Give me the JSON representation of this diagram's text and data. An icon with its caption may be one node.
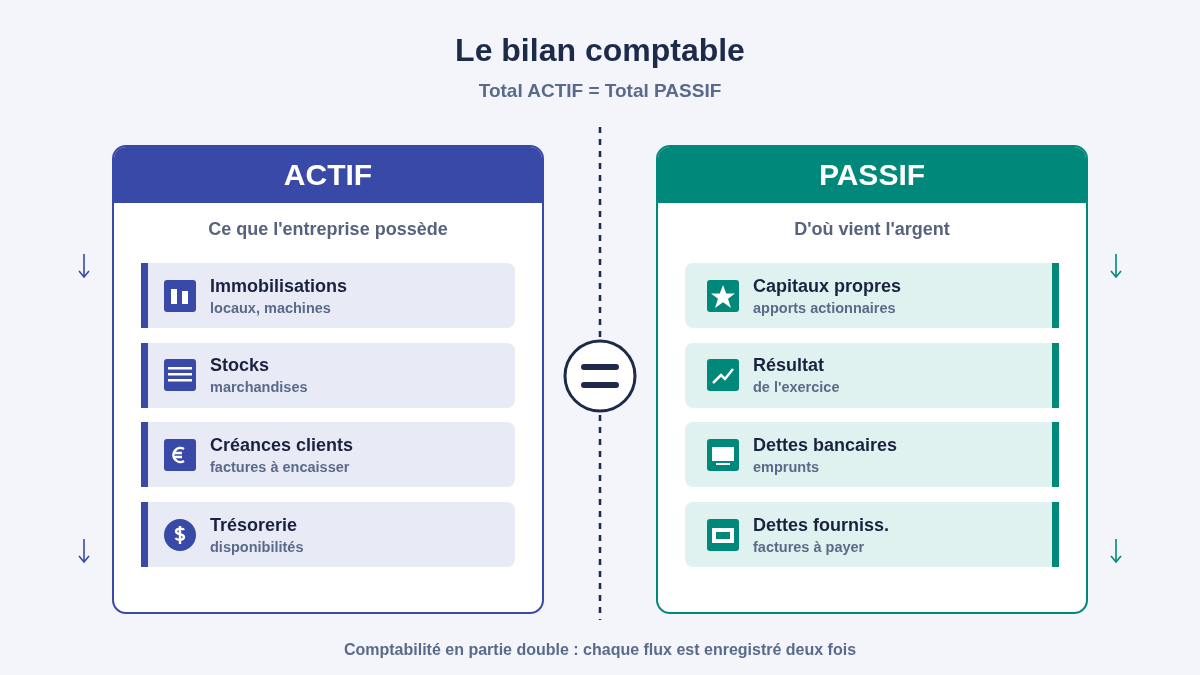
{
  "diagram": {
    "title": "Le bilan comptable",
    "caption": "Comptabilité en partie double : chaque flux est enregistré deux fois",
    "nodes": [
      {
        "text": [
          "ACTIF",
          "Ce que l'entreprise possède"
        ]
      },
      {
        "text": [
          "Immobilisations",
          "locaux, machines"
        ],
        "in": 0
      },
      {
        "text": [
          "Stocks",
          "marchandises"
        ],
        "in": 0
      },
      {
        "text": [
          "Créances clients",
          "factures à encaisser"
        ],
        "in": 0
      },
      {
        "text": [
          "Trésorerie",
          "disponibilités"
        ],
        "in": 0
      },
      {
        "text": [
          "PASSIF",
          "D'où vient l'argent"
        ]
      },
      {
        "text": [
          "Capitaux propres",
          "apports actionnaires"
        ],
        "in": 5
      },
      {
        "text": [
          "Résultat",
          "de l'exercice"
        ],
        "in": 5
      },
      {
        "text": [
          "Dettes bancaires",
          "emprunts"
        ],
        "in": 5
      },
      {
        "text": [
          "Dettes fourniss.",
          "factures à payer"
        ],
        "in": 5
      }
    ],
    "labels": [
      "Total ACTIF = Total PASSIF"
    ]
  }
}
